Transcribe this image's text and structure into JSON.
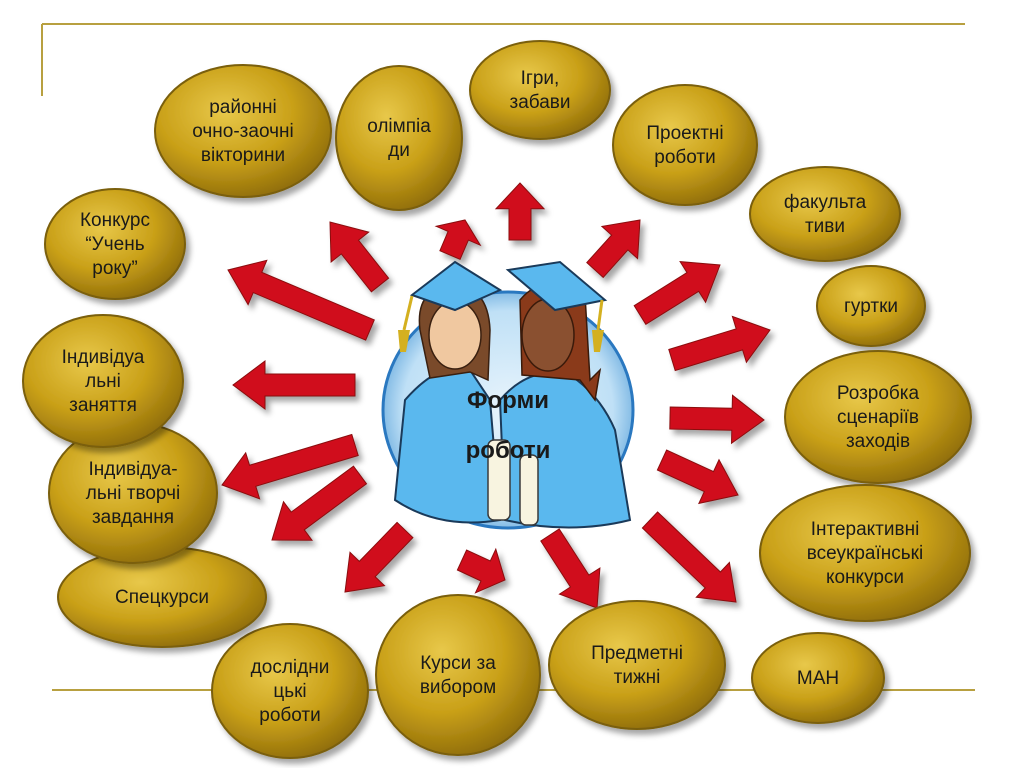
{
  "center": {
    "lines": [
      "Форми",
      "роботи"
    ]
  },
  "nodes": [
    {
      "id": "competitions-district",
      "lines": [
        "районні",
        "очно-заочні",
        "вікторини"
      ]
    },
    {
      "id": "olympiads",
      "lines": [
        "олімпіа",
        "ди"
      ]
    },
    {
      "id": "games",
      "lines": [
        "Ігри,",
        "забави"
      ]
    },
    {
      "id": "projects",
      "lines": [
        "Проектні",
        "роботи"
      ]
    },
    {
      "id": "electives",
      "lines": [
        "факульта",
        "тиви"
      ]
    },
    {
      "id": "clubs",
      "lines": [
        "гуртки"
      ]
    },
    {
      "id": "scenarios",
      "lines": [
        "Розробка",
        "сценаріїв",
        "заходів"
      ]
    },
    {
      "id": "interactive",
      "lines": [
        "Інтерактивні",
        "всеукраїнські",
        "конкурси"
      ]
    },
    {
      "id": "man",
      "lines": [
        "МАН"
      ]
    },
    {
      "id": "subject-weeks",
      "lines": [
        "Предметні",
        "тижні"
      ]
    },
    {
      "id": "courses",
      "lines": [
        "Курси за",
        "вибором"
      ]
    },
    {
      "id": "research",
      "lines": [
        "дослідни",
        "цькі",
        "роботи"
      ]
    },
    {
      "id": "special-courses",
      "lines": [
        "Спецкурси"
      ]
    },
    {
      "id": "creative-tasks",
      "lines": [
        "Індивідуа-",
        "льні творчі",
        "завдання"
      ]
    },
    {
      "id": "individual-lessons",
      "lines": [
        "Індивідуа",
        "льні",
        "заняття"
      ]
    },
    {
      "id": "student-of-year",
      "lines": [
        "Конкурс",
        "“Учень",
        "року”"
      ]
    }
  ],
  "colors": {
    "bubble": "#c9a018",
    "bubble_edge": "#7a5e08",
    "arrow": "#d0101a",
    "rule": "#b8a040",
    "center_bg": "#4a9edc",
    "gown": "#5ab8ee"
  }
}
